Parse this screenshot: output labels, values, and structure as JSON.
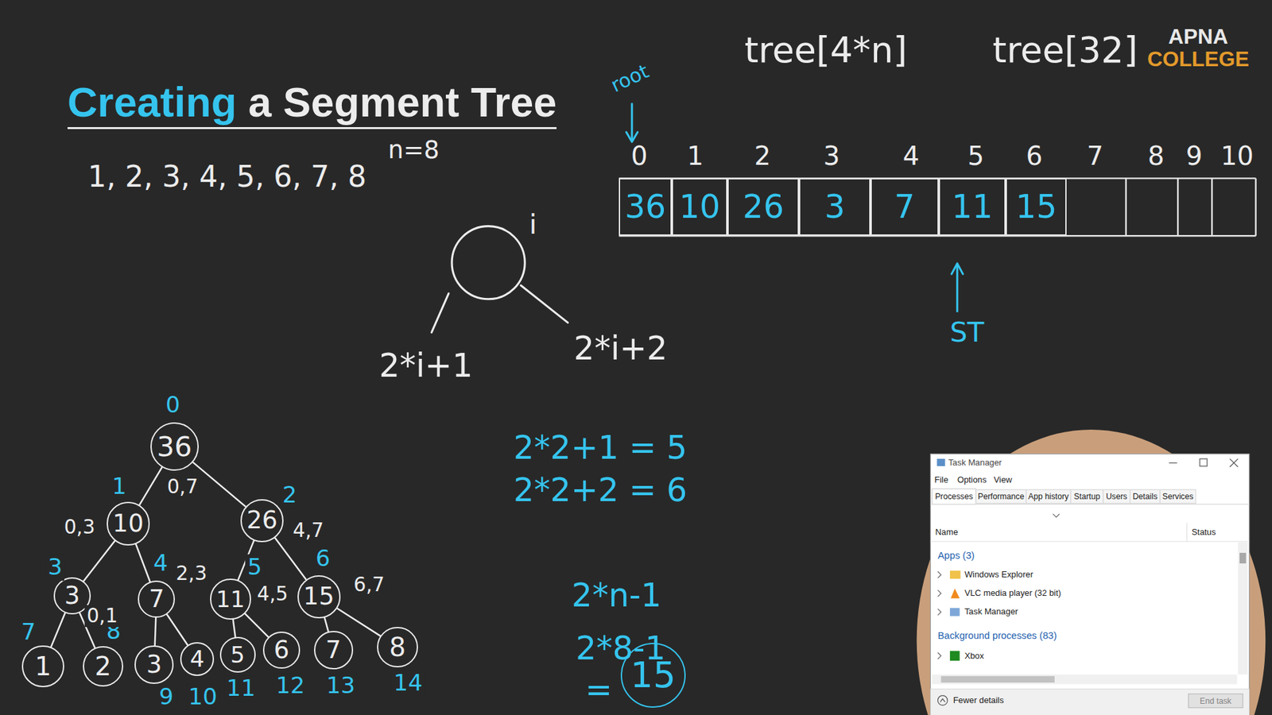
{
  "diagram": {
    "title": "Creating a Segment Tree",
    "nodes": [
      {
        "text": [
          "36"
        ]
      },
      {
        "text": [
          "10"
        ]
      },
      {
        "text": [
          "26"
        ]
      },
      {
        "text": [
          "3"
        ]
      },
      {
        "text": [
          "7"
        ]
      },
      {
        "text": [
          "11"
        ]
      },
      {
        "text": [
          "15"
        ]
      },
      {
        "text": [
          "36"
        ]
      },
      {
        "text": [
          "10"
        ]
      },
      {
        "text": [
          "26"
        ]
      },
      {
        "text": [
          "3"
        ]
      },
      {
        "text": [
          "7"
        ]
      },
      {
        "text": [
          "11"
        ]
      },
      {
        "text": [
          "15"
        ]
      },
      {
        "text": [
          "1"
        ]
      },
      {
        "text": [
          "2"
        ]
      },
      {
        "text": [
          "3"
        ]
      },
      {
        "text": [
          "4"
        ]
      },
      {
        "text": [
          "5"
        ]
      },
      {
        "text": [
          "6"
        ]
      },
      {
        "text": [
          "7"
        ]
      },
      {
        "text": [
          "8"
        ]
      },
      {
        "text": [
          "15"
        ]
      }
    ],
    "edges": [
      {
        "from": 7,
        "to": 8,
        "arrow": "none"
      },
      {
        "from": 7,
        "to": 9,
        "arrow": "none"
      },
      {
        "from": 8,
        "to": 10,
        "arrow": "none"
      },
      {
        "from": 8,
        "to": 11,
        "arrow": "none"
      },
      {
        "from": 9,
        "to": 12,
        "arrow": "none"
      },
      {
        "from": 9,
        "to": 13,
        "arrow": "none"
      },
      {
        "from": 10,
        "to": 14,
        "arrow": "none"
      },
      {
        "from": 10,
        "to": 15,
        "arrow": "none"
      },
      {
        "from": 11,
        "to": 16,
        "arrow": "none"
      },
      {
        "from": 11,
        "to": 17,
        "arrow": "none"
      },
      {
        "from": 12,
        "to": 18,
        "arrow": "none"
      },
      {
        "from": 12,
        "to": 19,
        "arrow": "none"
      },
      {
        "from": 13,
        "to": 20,
        "arrow": "none"
      },
      {
        "from": 13,
        "to": 21,
        "arrow": "none"
      }
    ],
    "labels": [
      "n=8",
      "1, 2, 3, 4, 5, 6, 7, 8",
      "tree[4*n]",
      "tree[32]",
      "APNA",
      "COLLEGE",
      "root",
      "0",
      "1",
      "2",
      "3",
      "4",
      "5",
      "6",
      "7",
      "8",
      "9",
      "10",
      "ST",
      "i",
      "2*i+1",
      "2*i+2",
      "2*2+1 = 5",
      "2*2+2 = 6",
      "2*n-1",
      "2*8-1",
      "=",
      "0",
      "1",
      "2",
      "3",
      "4",
      "5",
      "6",
      "7",
      "8",
      "9",
      "10",
      "11",
      "12",
      "13",
      "14",
      "0,7",
      "0,3",
      "4,7",
      "2,3",
      "0,1",
      "4,5",
      "6,7",
      "Task Manager",
      "File",
      "Options",
      "View",
      "Processes",
      "Performance",
      "App history",
      "Startup",
      "Users",
      "Details",
      "Services",
      "Name",
      "Status",
      "Apps (3)",
      "Windows Explorer",
      "VLC media player (32 bit)",
      "Task Manager",
      "Background processes (83)",
      "Xbox",
      "Fewer details",
      "End task"
    ]
  }
}
